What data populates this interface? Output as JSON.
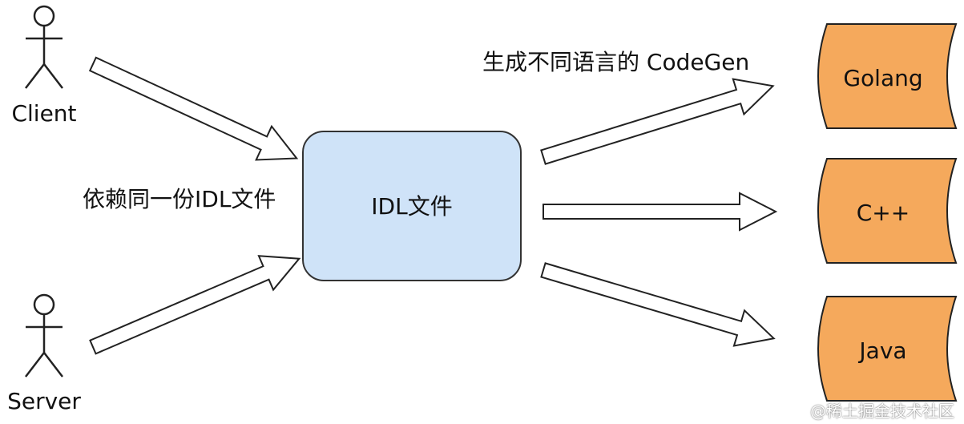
{
  "actors": {
    "client": "Client",
    "server": "Server"
  },
  "idl_box": {
    "label": "IDL文件",
    "fill": "#cfe3f8",
    "stroke": "#333333"
  },
  "annotations": {
    "left": "依赖同一份IDL文件",
    "right": "生成不同语言的 CodeGen"
  },
  "targets": [
    {
      "label": "Golang",
      "fill": "#f5a95c"
    },
    {
      "label": "C++",
      "fill": "#f5a95c"
    },
    {
      "label": "Java",
      "fill": "#f5a95c"
    }
  ],
  "watermark": "@稀土掘金技术社区",
  "colors": {
    "arrow_fill": "#ffffff",
    "arrow_stroke": "#222222",
    "text": "#111111"
  }
}
